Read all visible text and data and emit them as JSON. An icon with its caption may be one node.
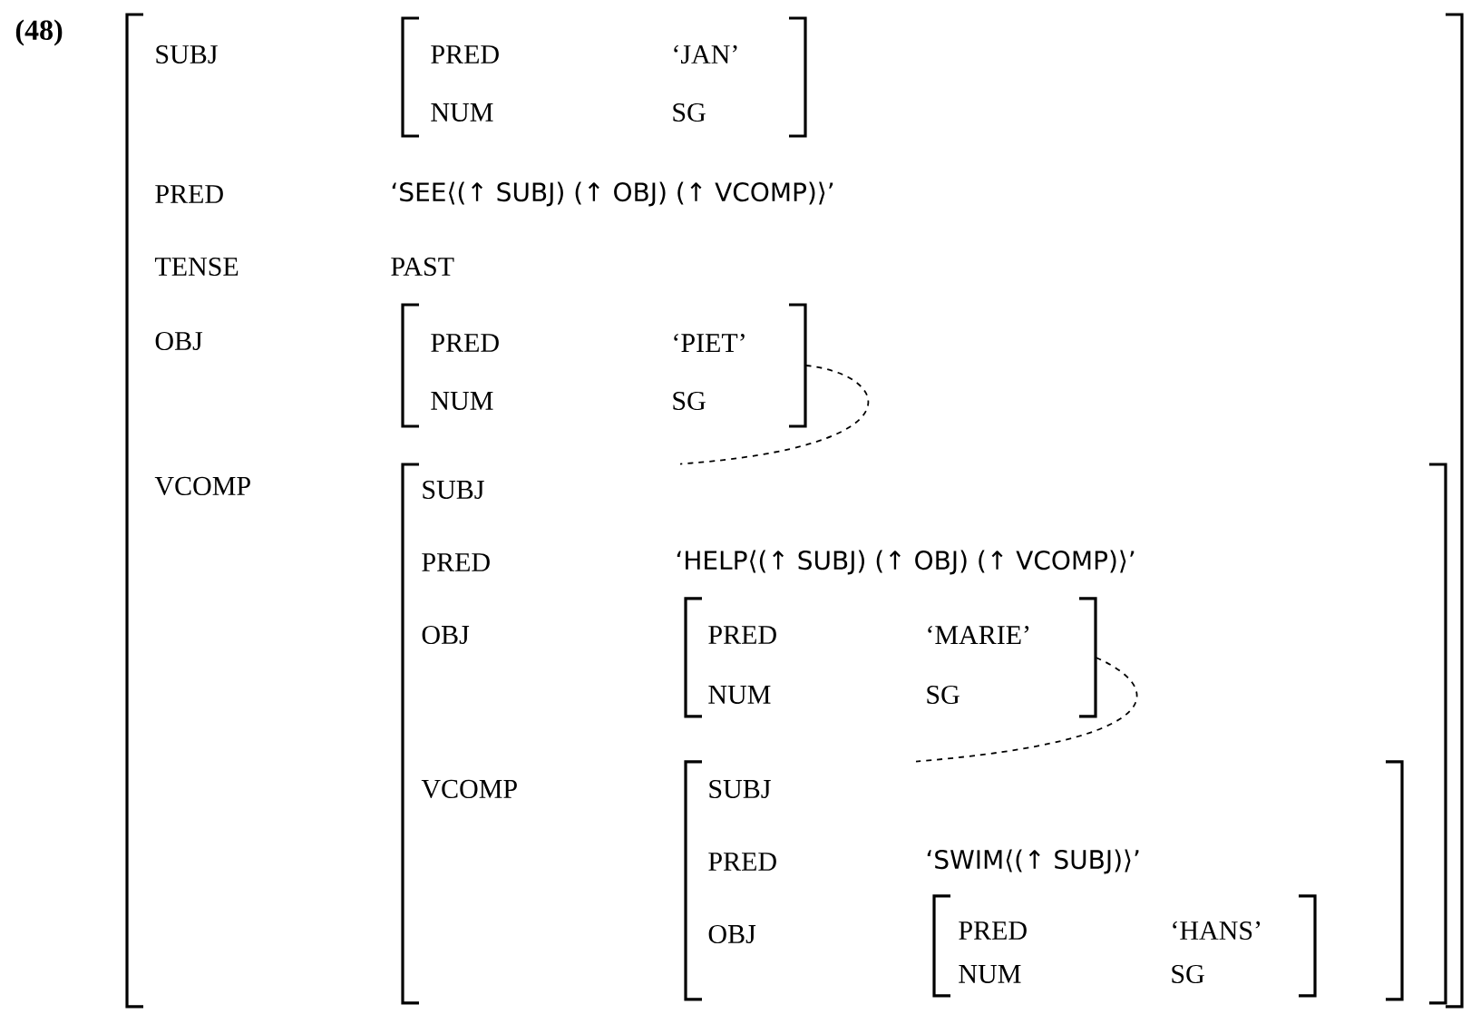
{
  "diagram": {
    "nodes": [
      {
        "text": [
          "SUBJ",
          "PRED",
          "‘SEE⟨(↑ SUBJ) (↑ OBJ) (↑ VCOMP)⟩’",
          "TENSE",
          "PAST",
          "OBJ",
          "VCOMP"
        ]
      },
      {
        "text": [
          "PRED",
          "‘JAN’",
          "NUM",
          "SG"
        ],
        "in": 0
      },
      {
        "text": [
          "PRED",
          "‘PIET’",
          "NUM",
          "SG"
        ],
        "in": 0
      },
      {
        "text": [
          "SUBJ",
          "PRED",
          "‘HELP⟨(↑ SUBJ) (↑ OBJ) (↑ VCOMP)⟩’",
          "OBJ",
          "VCOMP"
        ],
        "in": 0
      },
      {
        "text": [
          "PRED",
          "‘MARIE’",
          "NUM",
          "SG"
        ],
        "in": 3
      },
      {
        "text": [
          "SUBJ",
          "PRED",
          "‘SWIM⟨(↑ SUBJ)⟩’",
          "OBJ"
        ],
        "in": 3
      },
      {
        "text": [
          "PRED",
          "‘HANS’",
          "NUM",
          "SG"
        ],
        "in": 5
      }
    ],
    "edges": [
      {
        "from": 2,
        "to": 3,
        "arrow": "none",
        "style": "dashed"
      },
      {
        "from": 4,
        "to": 5,
        "arrow": "none",
        "style": "dashed"
      }
    ],
    "labels": [
      "(48)"
    ]
  }
}
